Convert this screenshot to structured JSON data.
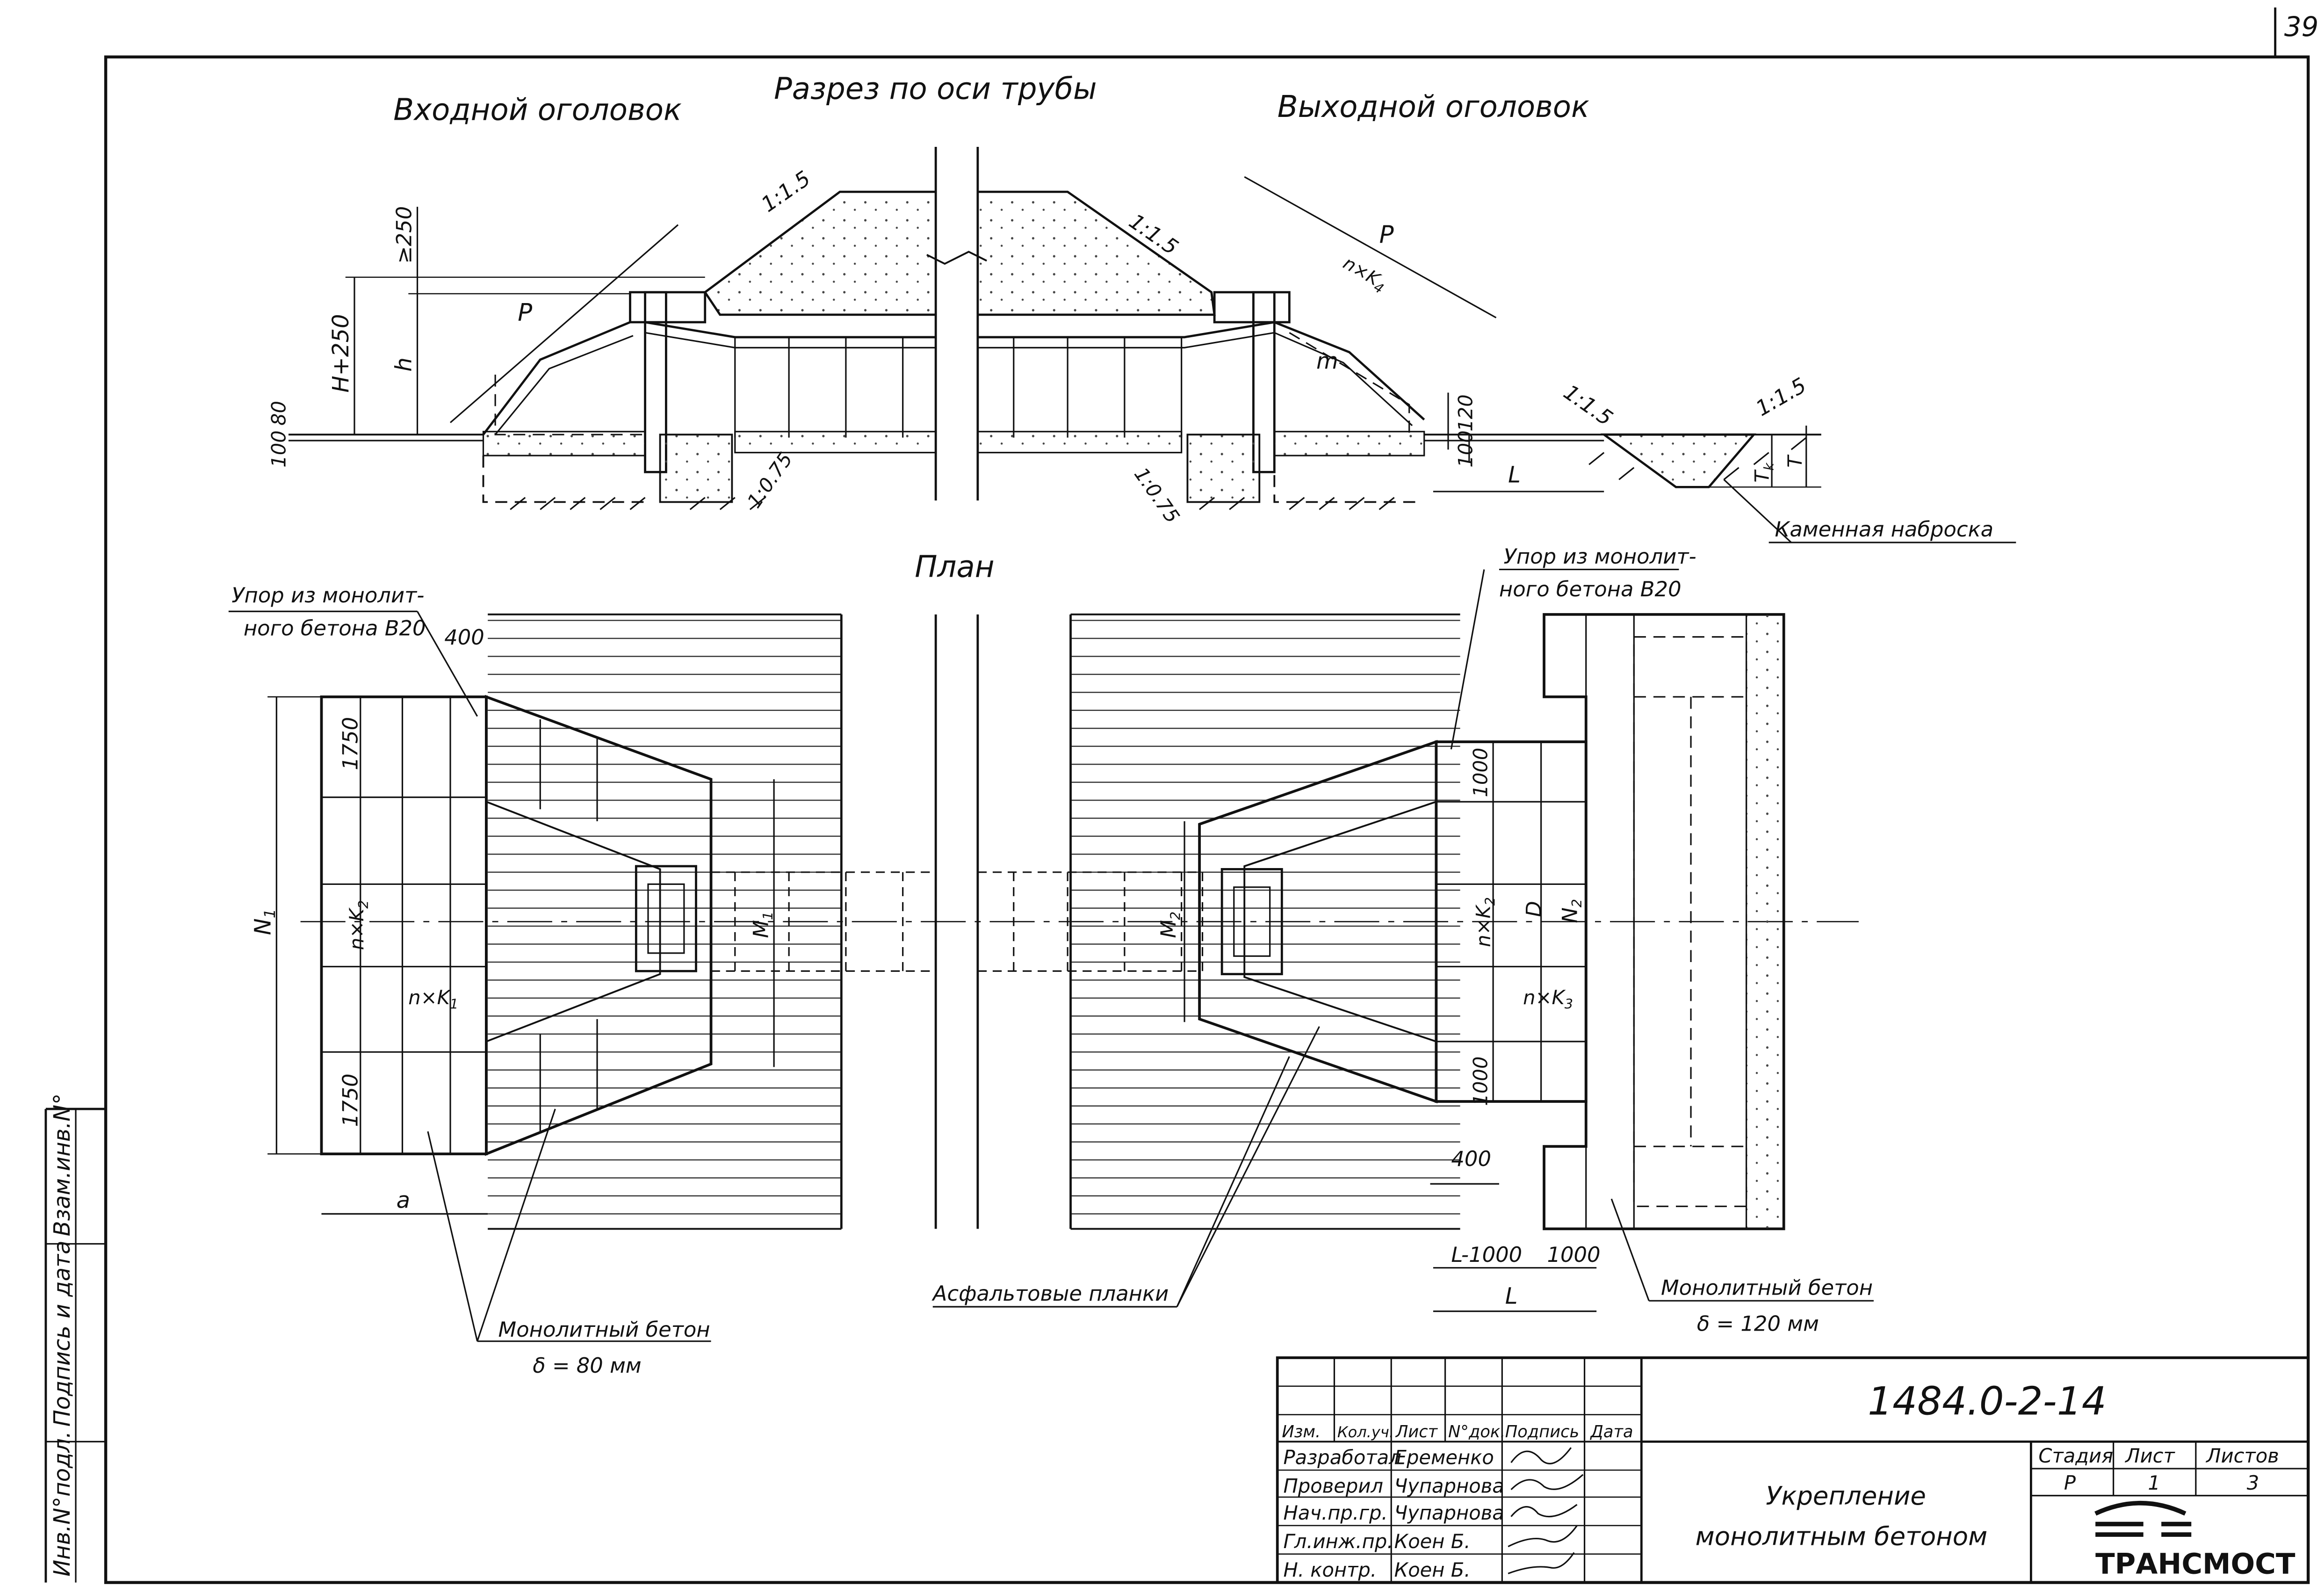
{
  "sheet": {
    "page_number": "39",
    "views": {
      "section_title": "Разрез по оси трубы",
      "inlet_title": "Входной оголовок",
      "outlet_title": "Выходной оголовок",
      "plan_title": "План"
    }
  },
  "section_labels": {
    "slope_main_left": "1:1.5",
    "slope_main_right": "1:1.5",
    "slope_bank_left": "1:1.5",
    "slope_bank_right": "1:1.5",
    "slope_cut_left": "1:0.75",
    "slope_cut_right": "1:0.75",
    "dim_ge250": "≥250",
    "dim_h_plus": "H+250",
    "dim_h": "h",
    "dim_100": "100",
    "dim_80": "80",
    "dim_p_left": "P",
    "dim_p_right": "P",
    "dim_nk4": "n×K",
    "dim_nk4_sub": "4",
    "dim_m": "m",
    "dim_120": "120",
    "dim_100_right": "100",
    "dim_l": "L",
    "dim_tk": "T",
    "dim_tk_sub": "k",
    "dim_t": "T",
    "stone_fill": "Каменная наброска"
  },
  "plan_labels": {
    "stop_left": "Упор из монолит-\nного бетона В20",
    "stop_left_l1": "Упор из монолит-",
    "stop_left_l2": "ного бетона В20",
    "stop_right_l1": "Упор из монолит-",
    "stop_right_l2": "ного бетона В20",
    "dim_400_top": "400",
    "dim_400_bottom": "400",
    "dim_n1": "N",
    "dim_n1_sub": "1",
    "dim_1750_top": "1750",
    "dim_1750_bottom": "1750",
    "dim_nk2_left": "n×K",
    "dim_nk2_left_sub": "2",
    "dim_nk1": "n×K",
    "dim_nk1_sub": "1",
    "dim_m1": "M",
    "dim_m1_sub": "1",
    "dim_m2": "M",
    "dim_m2_sub": "2",
    "dim_1000_top": "1000",
    "dim_1000_bottom": "1000",
    "dim_nk2_right": "n×K",
    "dim_nk2_right_sub": "2",
    "dim_d": "D",
    "dim_n2": "N",
    "dim_n2_sub": "2",
    "dim_nk3": "n×K",
    "dim_nk3_sub": "3",
    "dim_a": "a",
    "dim_l_minus": "L-1000",
    "dim_1000_end": "1000",
    "dim_l_total": "L",
    "concrete_left_l1": "Монолитный бетон",
    "concrete_left_l2": "δ = 80 мм",
    "asphalt": "Асфальтовые планки",
    "concrete_right_l1": "Монолитный бетон",
    "concrete_right_l2": "δ = 120 мм"
  },
  "side_stamp": [
    "Инв.N°подл.",
    "Подпись и дата",
    "Взам.инв.N°"
  ],
  "title_block": {
    "doc_code": "1484.0-2-14",
    "headers": [
      "Изм.",
      "Кол.уч.",
      "Лист",
      "N°док.",
      "Подпись",
      "Дата"
    ],
    "rows": [
      {
        "role": "Разработал",
        "name": "Еременко"
      },
      {
        "role": "Проверил",
        "name": "Чупарнова"
      },
      {
        "role": "Нач.пр.гр.",
        "name": "Чупарнова"
      },
      {
        "role": "Гл.инж.пр.",
        "name": "Коен Б."
      },
      {
        "role": "Н. контр.",
        "name": "Коен Б."
      }
    ],
    "title_l1": "Укрепление",
    "title_l2": "монолитным бетоном",
    "stage_label": "Стадия",
    "sheet_label": "Лист",
    "sheets_label": "Листов",
    "stage": "Р",
    "sheet": "1",
    "sheets": "3",
    "company": "ТРАНСМОСТ"
  }
}
